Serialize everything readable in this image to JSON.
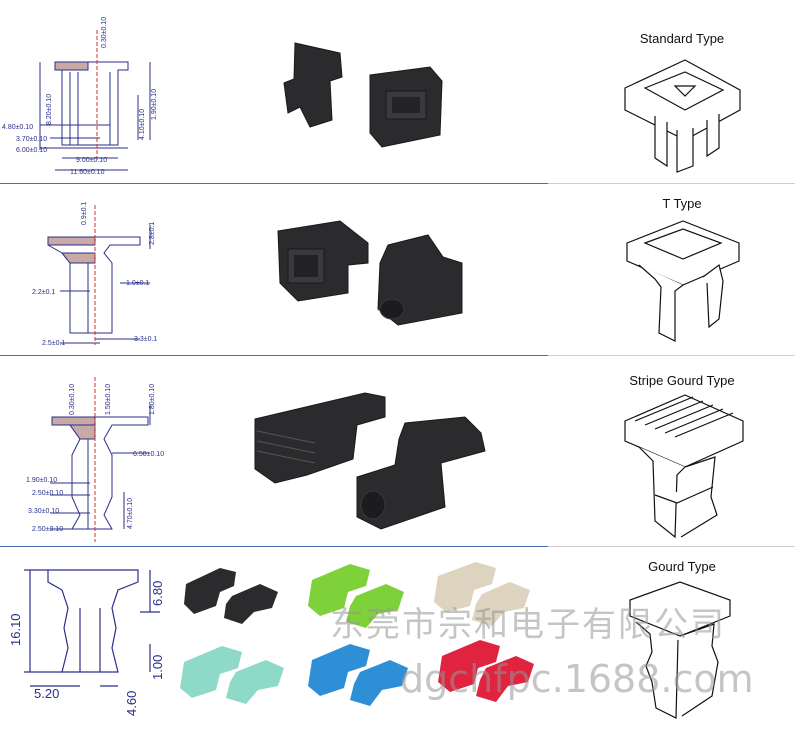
{
  "types": [
    {
      "title": "Standard Type"
    },
    {
      "title": "T Type"
    },
    {
      "title": "Stripe Gourd Type"
    },
    {
      "title": "Gourd Type"
    }
  ],
  "dims": {
    "standard": [
      "0.30±0.10",
      "8.20±0.10",
      "4.80±0.10",
      "3.70±0.10",
      "6.00±0.10",
      "9.00±0.10",
      "11.60±0.10",
      "4.10±0.10",
      "1.90±0.10"
    ],
    "t": [
      "0.9±0.1",
      "2.8±0.1",
      "2.2±0.1",
      "1.0±0.1",
      "2.5±0.1",
      "3.3±0.1"
    ],
    "stripe": [
      "0.30±0.10",
      "1.50±0.10",
      "1.80±0.10",
      "6.50±0.10",
      "1.90±0.10",
      "2.50±0.10",
      "3.30±0.10",
      "4.70±0.10",
      "2.50±0.10"
    ],
    "gourd": [
      "16.10",
      "6.80",
      "1.00",
      "5.20",
      "4.60"
    ]
  },
  "watermark": {
    "line1": "东莞市宗和电子有限公司",
    "line2": "dgchfpc.1688.com"
  },
  "colors": {
    "separator": "#4a6fb0",
    "dimension": "#2a2f8a",
    "centerline": "#d0302c",
    "rubber_black": "#2b2b2e",
    "green": "#7fd13a",
    "beige": "#ddd3bf",
    "mint": "#8fd9c8",
    "blue": "#2e8fd6",
    "red": "#e0243f"
  }
}
